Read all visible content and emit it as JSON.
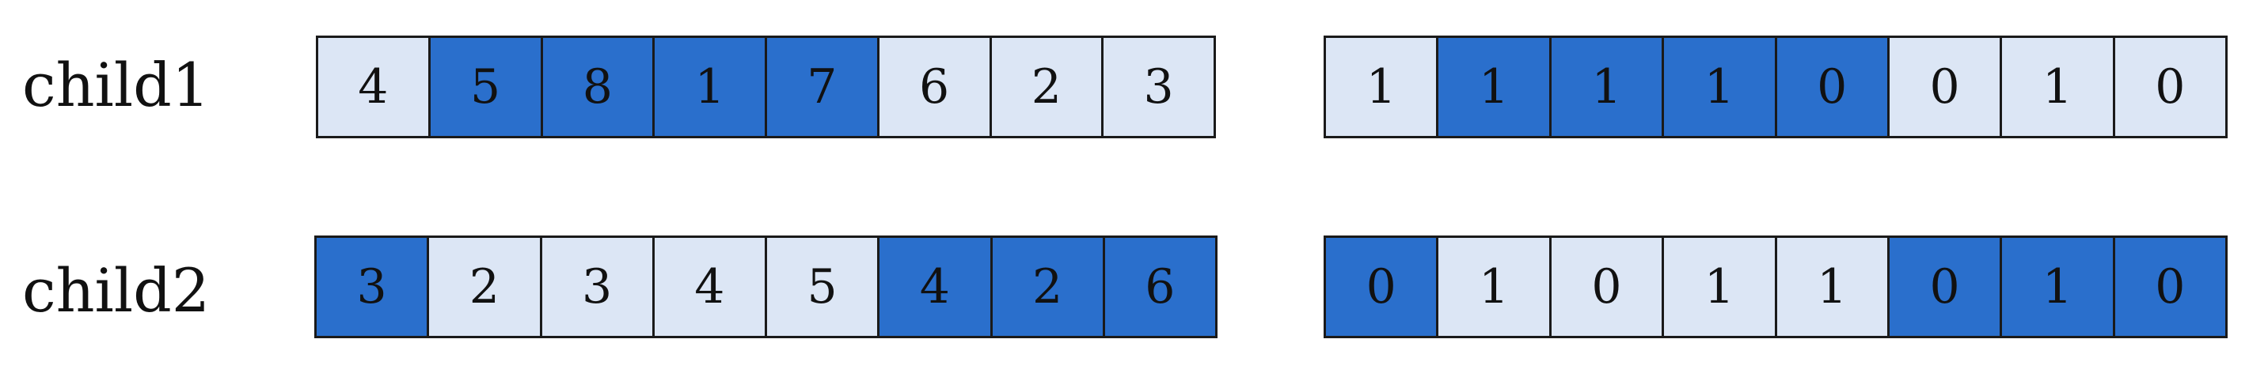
{
  "colors": {
    "highlight": "#2a6fcc",
    "base": "#dce6f5",
    "border": "#1a1a1a",
    "text": "#111111"
  },
  "rows": [
    {
      "label": "child1",
      "permutation": {
        "values": [
          "4",
          "5",
          "8",
          "1",
          "7",
          "6",
          "2",
          "3"
        ],
        "highlighted": [
          false,
          true,
          true,
          true,
          true,
          false,
          false,
          false
        ]
      },
      "binary": {
        "values": [
          "1",
          "1",
          "1",
          "1",
          "0",
          "0",
          "1",
          "0"
        ],
        "highlighted": [
          false,
          true,
          true,
          true,
          true,
          false,
          false,
          false
        ]
      }
    },
    {
      "label": "child2",
      "permutation": {
        "values": [
          "3",
          "2",
          "3",
          "4",
          "5",
          "4",
          "2",
          "6"
        ],
        "highlighted": [
          true,
          false,
          false,
          false,
          false,
          true,
          true,
          true
        ]
      },
      "binary": {
        "values": [
          "0",
          "1",
          "0",
          "1",
          "1",
          "0",
          "1",
          "0"
        ],
        "highlighted": [
          true,
          false,
          false,
          false,
          false,
          true,
          true,
          true
        ]
      }
    }
  ]
}
